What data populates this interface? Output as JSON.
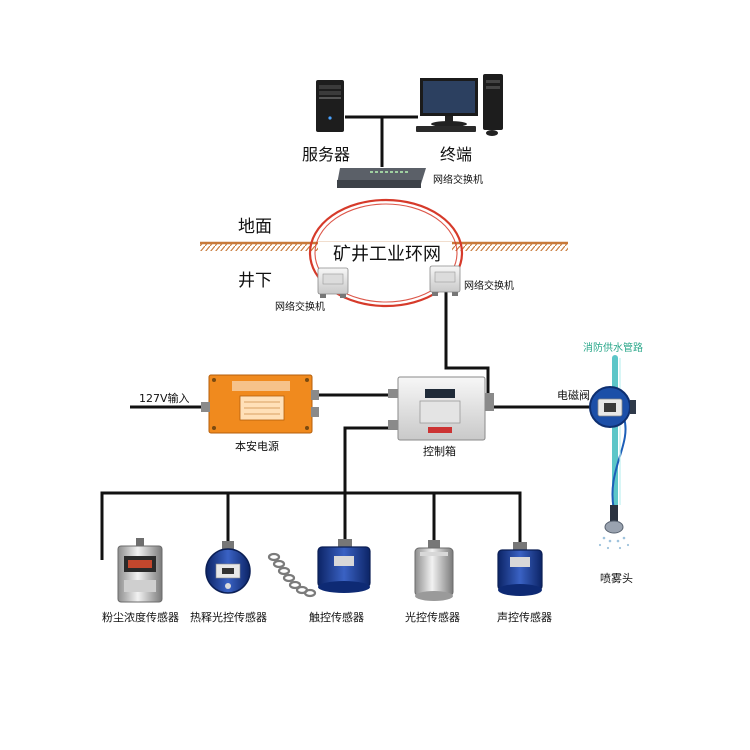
{
  "labels": {
    "server": "服务器",
    "terminal": "终端",
    "switch_top": "网络交换机",
    "ground": "地面",
    "underground": "井下",
    "ring_network": "矿井工业环网",
    "switch_left": "网络交换机",
    "switch_right": "网络交换机",
    "fire_pipe": "消防供水管路",
    "input_127v": "127V输入",
    "solenoid_valve": "电磁阀",
    "power_supply": "本安电源",
    "control_box": "控制箱",
    "spray_head": "喷雾头",
    "dust_sensor": "粉尘浓度传感器",
    "pyro_sensor": "热释光控传感器",
    "touch_sensor": "触控传感器",
    "light_sensor": "光控传感器",
    "sound_sensor": "声控传感器"
  },
  "icons": {
    "server": "server-tower-icon",
    "terminal": "desktop-computer-icon",
    "switch": "network-switch-icon",
    "power": "power-supply-box-icon",
    "control": "control-box-icon",
    "valve": "solenoid-valve-icon",
    "nozzle": "spray-nozzle-icon"
  },
  "colors": {
    "ring": "#d63a2a",
    "ground": "#c87a3a",
    "pipe": "#5cc6c8",
    "fire_pipe_text": "#2aa78a",
    "power_box": "#f08a1e",
    "sensor_blue": "#1f3f9a",
    "wire": "#111111"
  }
}
